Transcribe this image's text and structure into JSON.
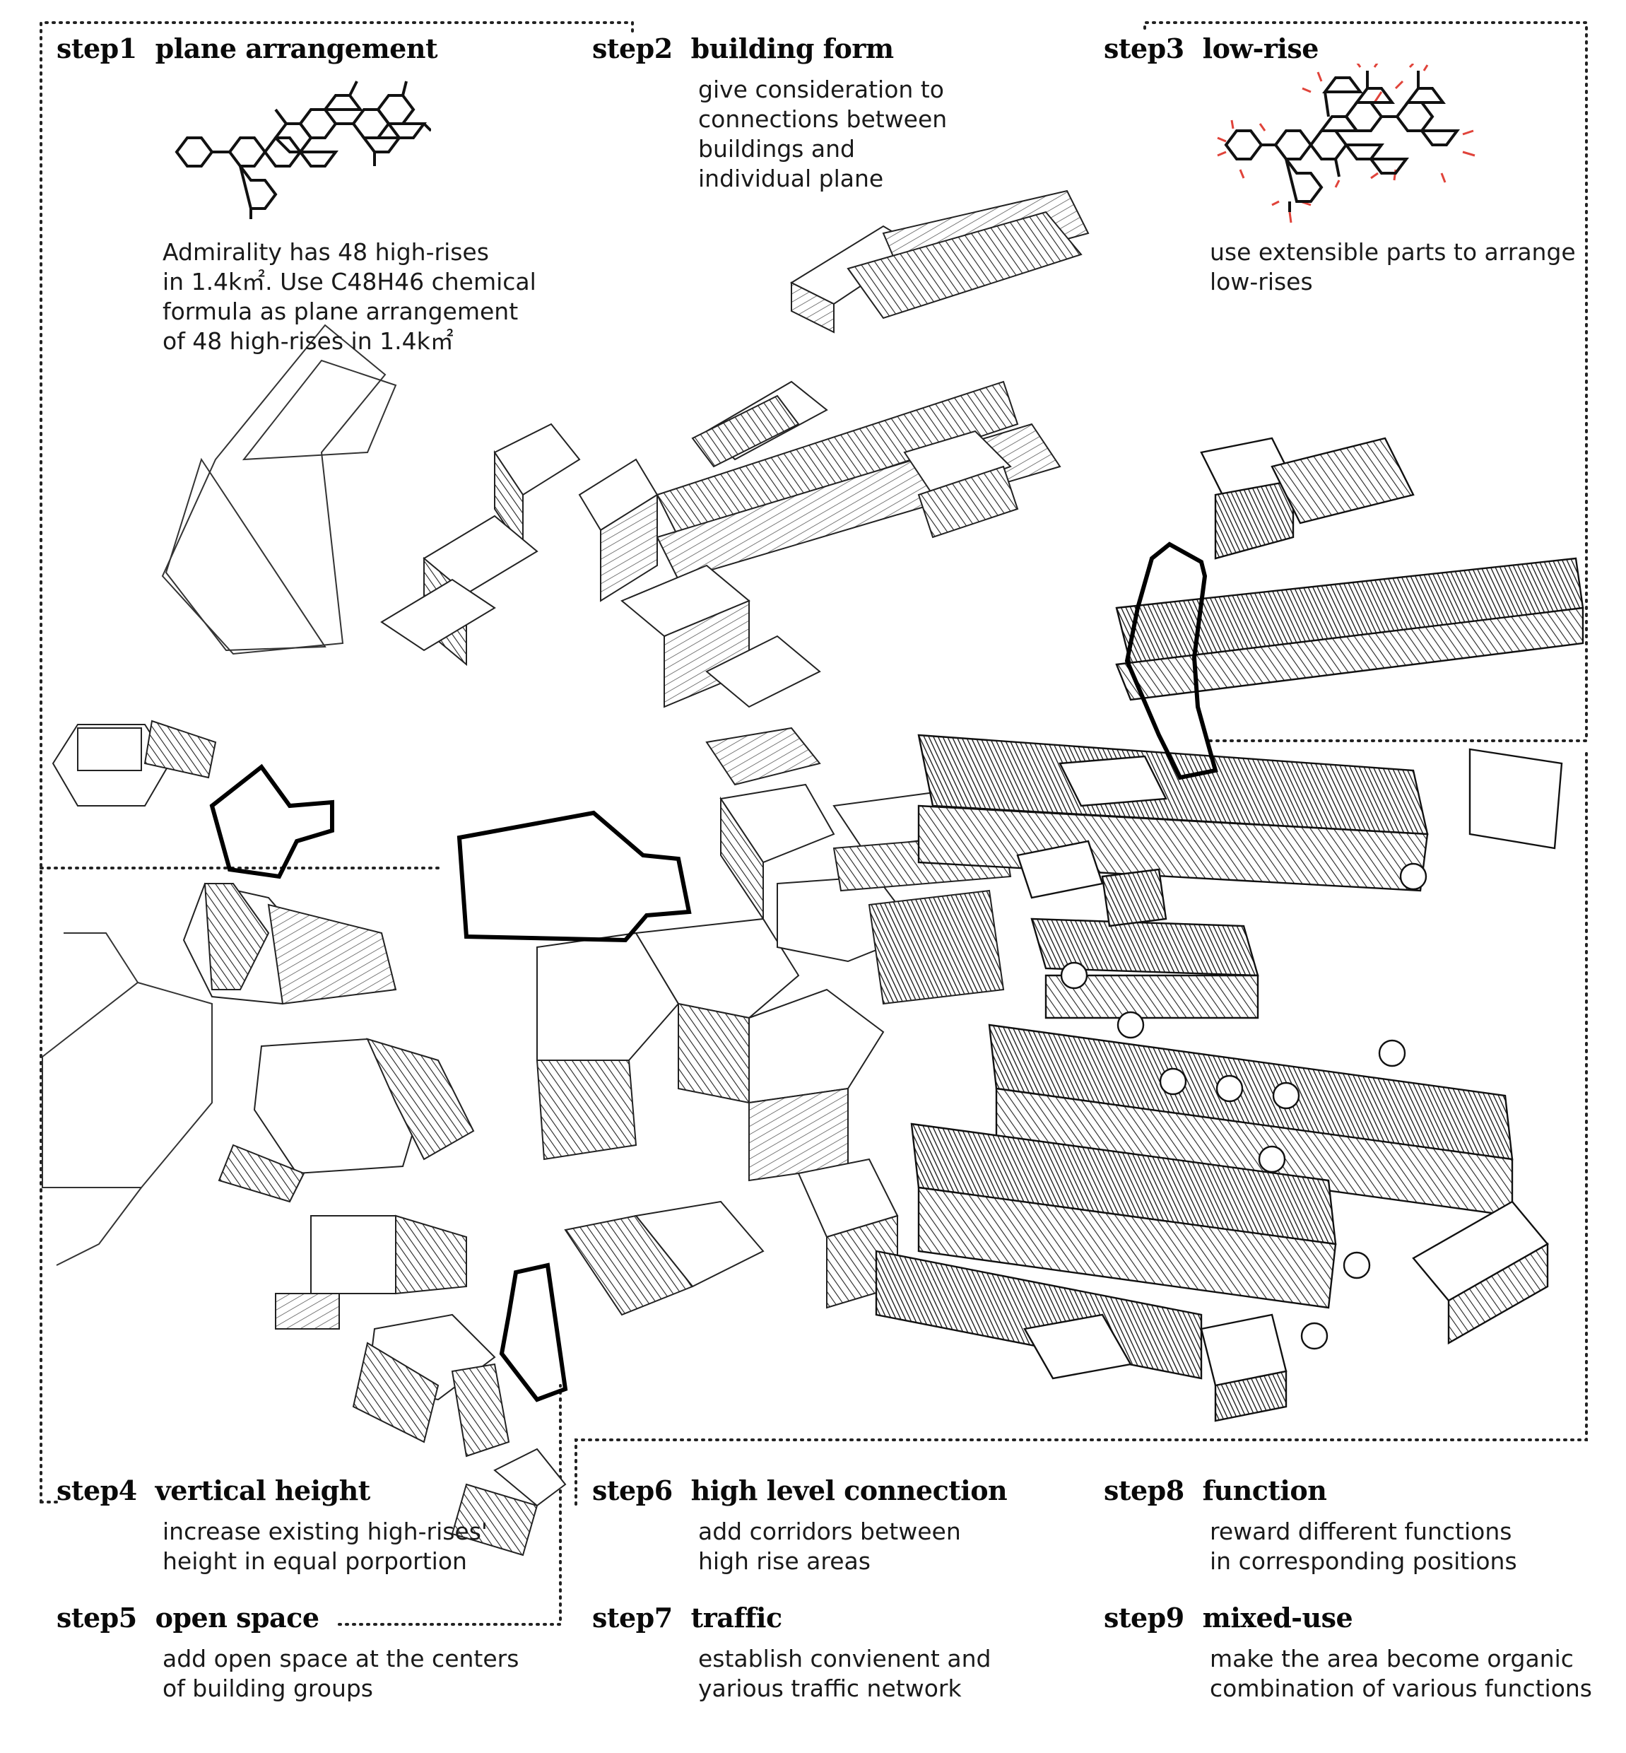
{
  "steps": [
    {
      "num": "step1",
      "title": "plane arrangement",
      "lines": [
        "Admirality has 48 high-rises",
        "in 1.4k㎡. Use C48H46 chemical",
        "formula as plane arrangement",
        "of 48 high-rises in 1.4k㎡"
      ]
    },
    {
      "num": "step2",
      "title": "building form",
      "lines": [
        "give consideration to",
        "connections between",
        "buildings and",
        "individual plane"
      ]
    },
    {
      "num": "step3",
      "title": "low-rise",
      "lines": [
        "use extensible parts to arrange",
        "low-rises"
      ]
    },
    {
      "num": "step4",
      "title": "vertical height",
      "lines": [
        "increase existing high-rises'",
        "height in equal porportion"
      ]
    },
    {
      "num": "step5",
      "title": "open space",
      "lines": [
        "add open space at the centers",
        "of building groups"
      ]
    },
    {
      "num": "step6",
      "title": "high level connection",
      "lines": [
        "add corridors between",
        "high rise areas"
      ]
    },
    {
      "num": "step7",
      "title": "traffic",
      "lines": [
        "establish convienent and",
        "yarious traffic network"
      ]
    },
    {
      "num": "step8",
      "title": "function",
      "lines": [
        "reward different functions",
        "in corresponding positions"
      ]
    },
    {
      "num": "step9",
      "title": "mixed-use",
      "lines": [
        "make the area become organic",
        "combination of various functions"
      ]
    }
  ],
  "colors": {
    "ink": "#111111",
    "extension": "#e0433a",
    "shade": "#8a8a8a",
    "dark": "#3a3a3a"
  }
}
